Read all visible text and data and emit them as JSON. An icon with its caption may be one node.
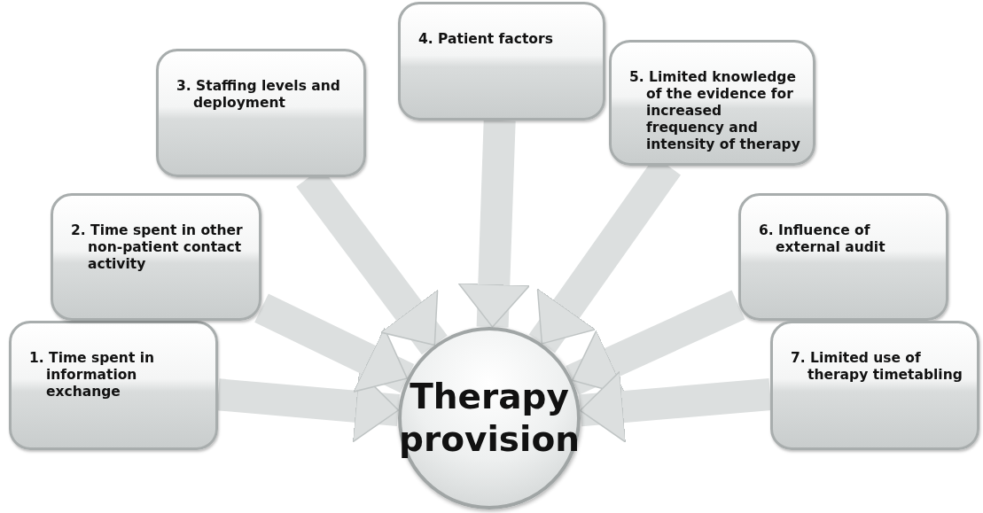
{
  "diagram": {
    "nodes": [
      {
        "text": [
          "1. Time spent in information exchange"
        ]
      },
      {
        "text": [
          "2. Time spent in other non-patient contact activity"
        ]
      },
      {
        "text": [
          "3. Staffing levels and deployment"
        ]
      },
      {
        "text": [
          "4. Patient factors"
        ]
      },
      {
        "text": [
          "5. Limited knowledge of the evidence for increased frequency and intensity of therapy"
        ]
      },
      {
        "text": [
          "6. Influence of external audit"
        ]
      },
      {
        "text": [
          "7. Limited use of therapy timetabling"
        ]
      },
      {
        "text": [
          "Therapy provision"
        ]
      }
    ],
    "edges": [
      {
        "from": 0,
        "to": 7,
        "arrow": "to"
      },
      {
        "from": 1,
        "to": 7,
        "arrow": "to"
      },
      {
        "from": 2,
        "to": 7,
        "arrow": "to"
      },
      {
        "from": 3,
        "to": 7,
        "arrow": "to"
      },
      {
        "from": 4,
        "to": 7,
        "arrow": "to"
      },
      {
        "from": 5,
        "to": 7,
        "arrow": "to"
      },
      {
        "from": 6,
        "to": 7,
        "arrow": "to"
      }
    ]
  }
}
